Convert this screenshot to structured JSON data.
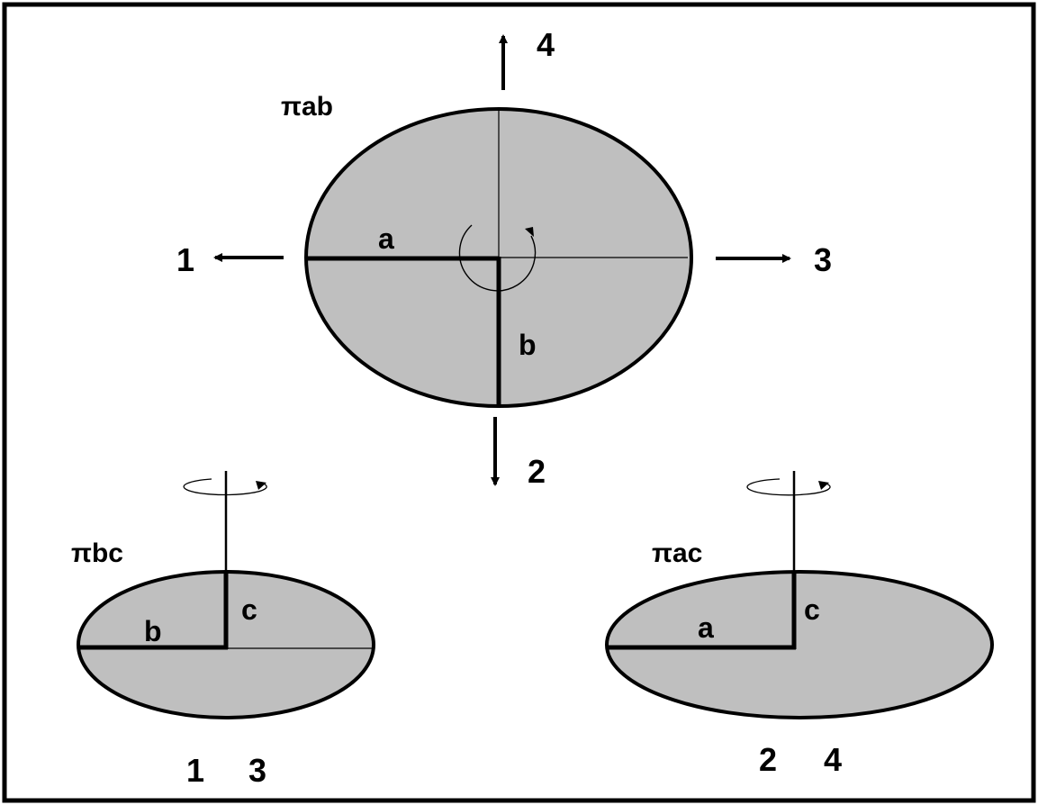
{
  "colors": {
    "fill": "#bfbfbf",
    "stroke": "#000000",
    "background": "#ffffff"
  },
  "top": {
    "plane": "πab",
    "axis_a": "a",
    "axis_b": "b",
    "dir1": "1",
    "dir2": "2",
    "dir3": "3",
    "dir4": "4"
  },
  "left": {
    "plane": "πbc",
    "axis_b": "b",
    "axis_c": "c",
    "label1": "1",
    "label3": "3"
  },
  "right": {
    "plane": "πac",
    "axis_a": "a",
    "axis_c": "c",
    "label2": "2",
    "label4": "4"
  }
}
